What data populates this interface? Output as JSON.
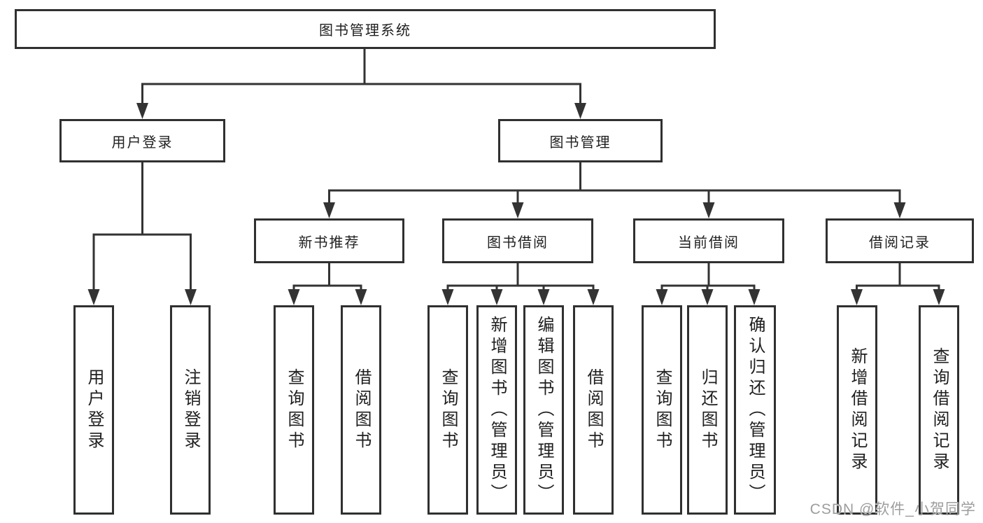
{
  "diagram": {
    "type": "hierarchy-tree",
    "colors": {
      "line": "#333333",
      "box_border": "#303030",
      "box_background": "#ffffff",
      "text": "#1f1f1f",
      "watermark": "#9d9d9d"
    },
    "nodes": {
      "root": "图书管理系统",
      "userLogin": "用户登录",
      "bookManagement": "图书管理",
      "newBookRecommend": "新书推荐",
      "bookBorrow": "图书借阅",
      "currentBorrow": "当前借阅",
      "borrowRecords": "借阅记录",
      "leafUserLogin": "用户登录",
      "leafLogout": "注销登录",
      "leafQueryBooksA": "查询图书",
      "leafBorrowBooksA": "借阅图书",
      "leafQueryBooksB": "查询图书",
      "leafAddBooksAdmin": "新增图书（管理员）",
      "leafEditBooksAdmin": "编辑图书（管理员）",
      "leafBorrowBooksB": "借阅图书",
      "leafQueryBooksC": "查询图书",
      "leafReturnBooks": "归还图书",
      "leafConfirmReturnAdmin": "确认归还（管理员）",
      "leafAddBorrowRecord": "新增借阅记录",
      "leafQueryBorrowRecord": "查询借阅记录"
    },
    "hierarchy": [
      {
        "parent": "图书管理系统",
        "children": [
          "用户登录",
          "图书管理"
        ]
      },
      {
        "parent": "用户登录",
        "children": [
          "用户登录",
          "注销登录"
        ]
      },
      {
        "parent": "图书管理",
        "children": [
          "新书推荐",
          "图书借阅",
          "当前借阅",
          "借阅记录"
        ]
      },
      {
        "parent": "新书推荐",
        "children": [
          "查询图书",
          "借阅图书"
        ]
      },
      {
        "parent": "图书借阅",
        "children": [
          "查询图书",
          "新增图书（管理员）",
          "编辑图书（管理员）",
          "借阅图书"
        ]
      },
      {
        "parent": "当前借阅",
        "children": [
          "查询图书",
          "归还图书",
          "确认归还（管理员）"
        ]
      },
      {
        "parent": "借阅记录",
        "children": [
          "新增借阅记录",
          "查询借阅记录"
        ]
      }
    ],
    "watermark": "CSDN @软件_小贺同学"
  }
}
